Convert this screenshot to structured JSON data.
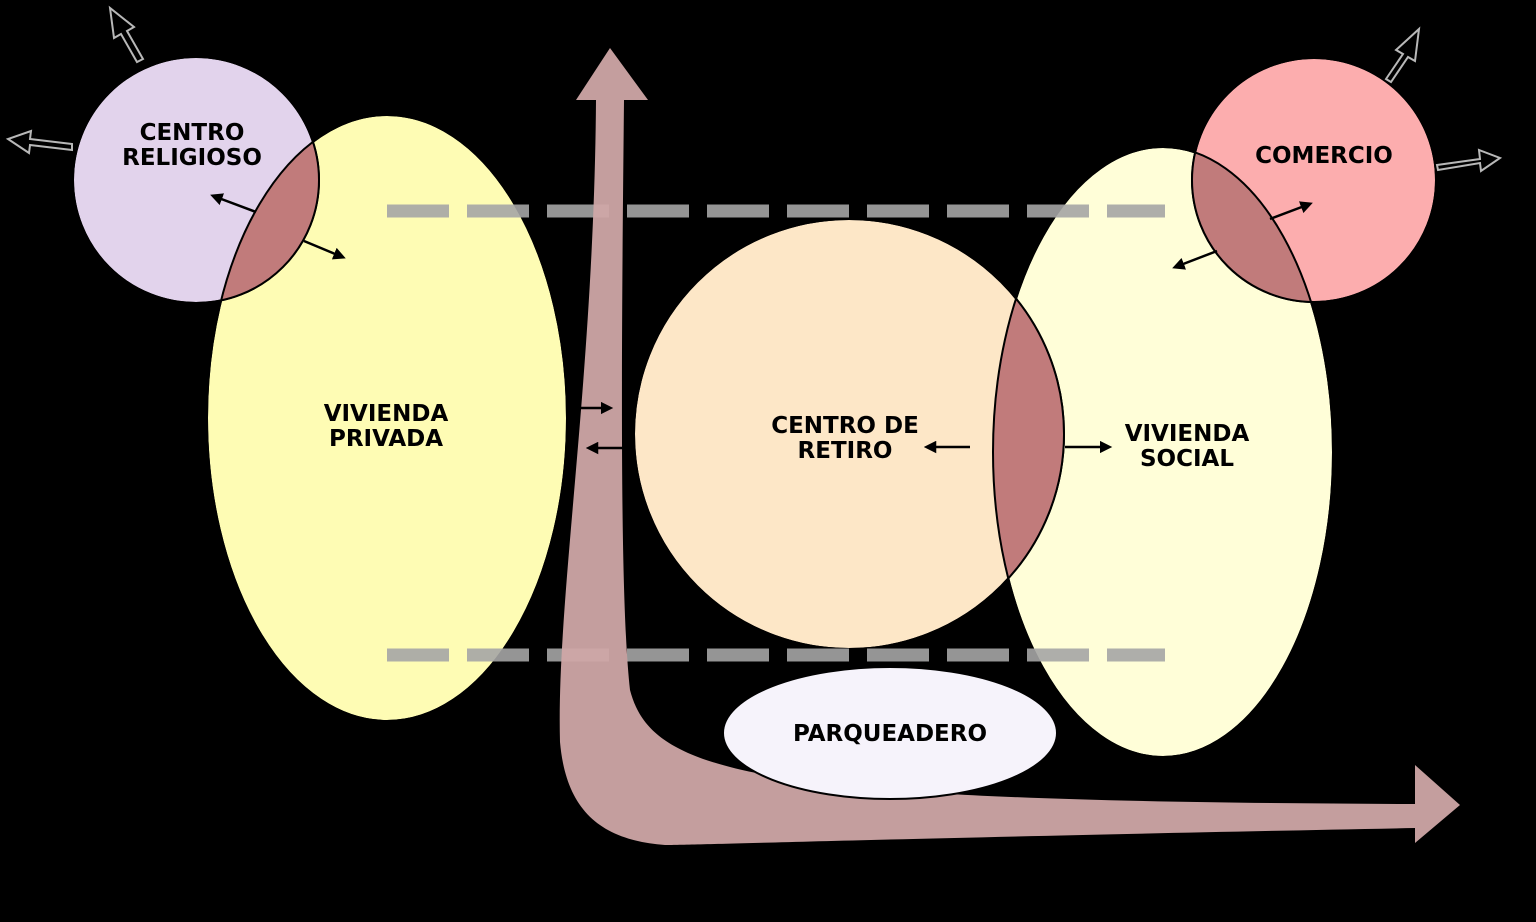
{
  "colors": {
    "background": "#000000",
    "religioso": "#e2d3ec",
    "privada": "#fefcb4",
    "social": "#fffed8",
    "retiro": "#fde7c7",
    "comercio": "#fcadae",
    "parqueadero": "#f6f3fb",
    "overlap": "#c17b7b",
    "flow": "#cfa7a7",
    "dash": "#a6a6a6"
  },
  "labels": {
    "religioso": [
      "CENTRO",
      "RELIGIOSO"
    ],
    "privada": [
      "VIVIENDA",
      "PRIVADA"
    ],
    "retiro": [
      "CENTRO DE",
      "RETIRO"
    ],
    "social": [
      "VIVIENDA",
      "SOCIAL"
    ],
    "comercio": "COMERCIO",
    "parqueadero": "PARQUEADERO"
  }
}
